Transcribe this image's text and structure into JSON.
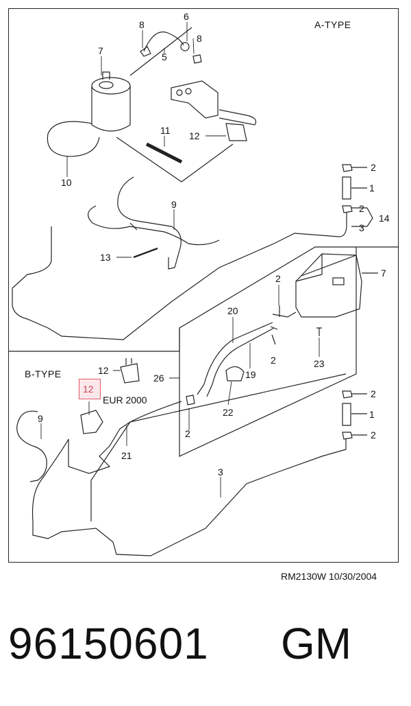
{
  "diagram": {
    "section_a_title": "A-TYPE",
    "section_b_title": "B-TYPE",
    "highlight_label": "12",
    "eur_note": "EUR 2000",
    "reference": "RM2130W  10/30/2004",
    "callouts": {
      "a8": "8",
      "a6": "6",
      "a8b": "8",
      "a5": "5",
      "a7": "7",
      "a11": "11",
      "a12": "12",
      "a10": "10",
      "a9": "9",
      "a13": "13",
      "a2a": "2",
      "a1": "1",
      "a2b": "2",
      "a14": "14",
      "a3": "3",
      "c7": "7",
      "c2a": "2",
      "c20": "20",
      "c2b": "2",
      "c19": "19",
      "c23": "23",
      "c26": "26",
      "c22": "22",
      "c2c": "2",
      "c21": "21",
      "b12": "12",
      "b9": "9",
      "b2a": "2",
      "b1": "1",
      "b2b": "2",
      "b3": "3"
    }
  },
  "footer": {
    "part_number": "96150601",
    "brand": "GM"
  }
}
